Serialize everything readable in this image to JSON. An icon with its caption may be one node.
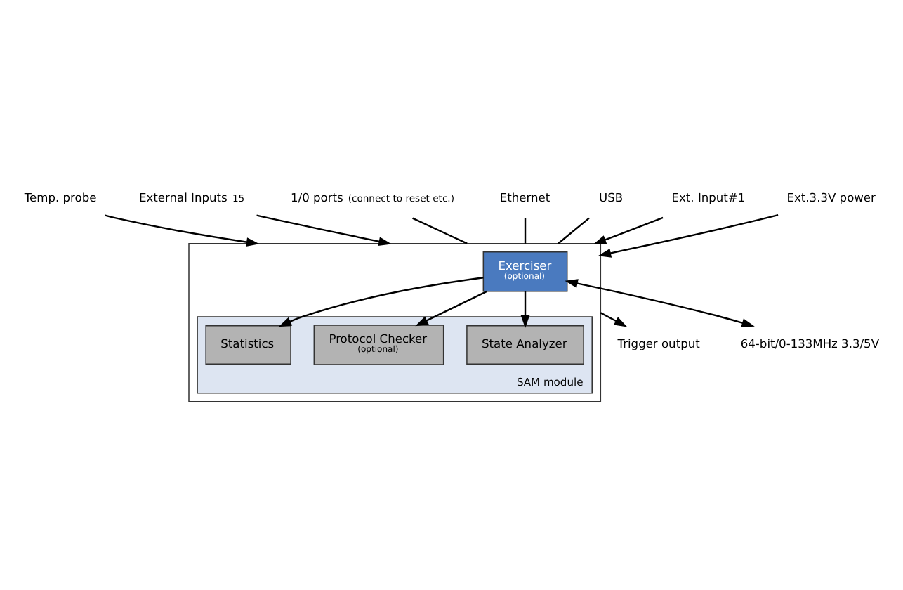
{
  "diagram": {
    "nodes": [
      {
        "text": [],
        "shape": "box"
      },
      {
        "text": [
          "SAM module"
        ],
        "in": 0
      },
      {
        "text": [
          "State Analyzer"
        ],
        "in": 1
      },
      {
        "text": [
          "Protocol Checker",
          "(optional)"
        ],
        "in": 1
      },
      {
        "text": [
          "Statistics"
        ],
        "in": 1
      },
      {
        "text": [
          "Exerciser",
          "(optional)"
        ],
        "in": 0
      },
      {
        "text": [
          "Temp. probe"
        ]
      },
      {
        "text": [
          "External Inputs"
        ],
        "beside": [
          "15"
        ]
      },
      {
        "text": [
          "1/0 ports"
        ],
        "beside": [
          "(connect to reset etc.)"
        ]
      },
      {
        "text": [
          "Ethernet"
        ]
      },
      {
        "text": [
          "USB"
        ]
      },
      {
        "text": [
          "Ext. Input#1"
        ]
      },
      {
        "text": [
          "Trigger output"
        ]
      },
      {
        "text": [
          "Ext.3.3V power"
        ]
      },
      {
        "text": [
          "64-bit/0-133MHz 3.3/5V"
        ]
      }
    ],
    "edges": [
      {
        "from": 6,
        "to": 0,
        "arrow": "to"
      },
      {
        "from": 7,
        "to": 0,
        "arrow": "to"
      },
      {
        "from": 8,
        "to": 0,
        "arrow": "none"
      },
      {
        "from": 9,
        "to": 0,
        "arrow": "none"
      },
      {
        "from": 10,
        "to": 0,
        "arrow": "none"
      },
      {
        "from": 11,
        "to": 0,
        "arrow": "to"
      },
      {
        "from": 0,
        "to": 12,
        "arrow": "to"
      },
      {
        "from": 13,
        "to": 0,
        "arrow": "to"
      },
      {
        "from": 5,
        "to": 2,
        "arrow": "to"
      },
      {
        "from": 5,
        "to": 3,
        "arrow": "to"
      },
      {
        "from": 5,
        "to": 4,
        "arrow": "to"
      },
      {
        "from": 5,
        "to": 14,
        "arrow": "both"
      }
    ]
  }
}
